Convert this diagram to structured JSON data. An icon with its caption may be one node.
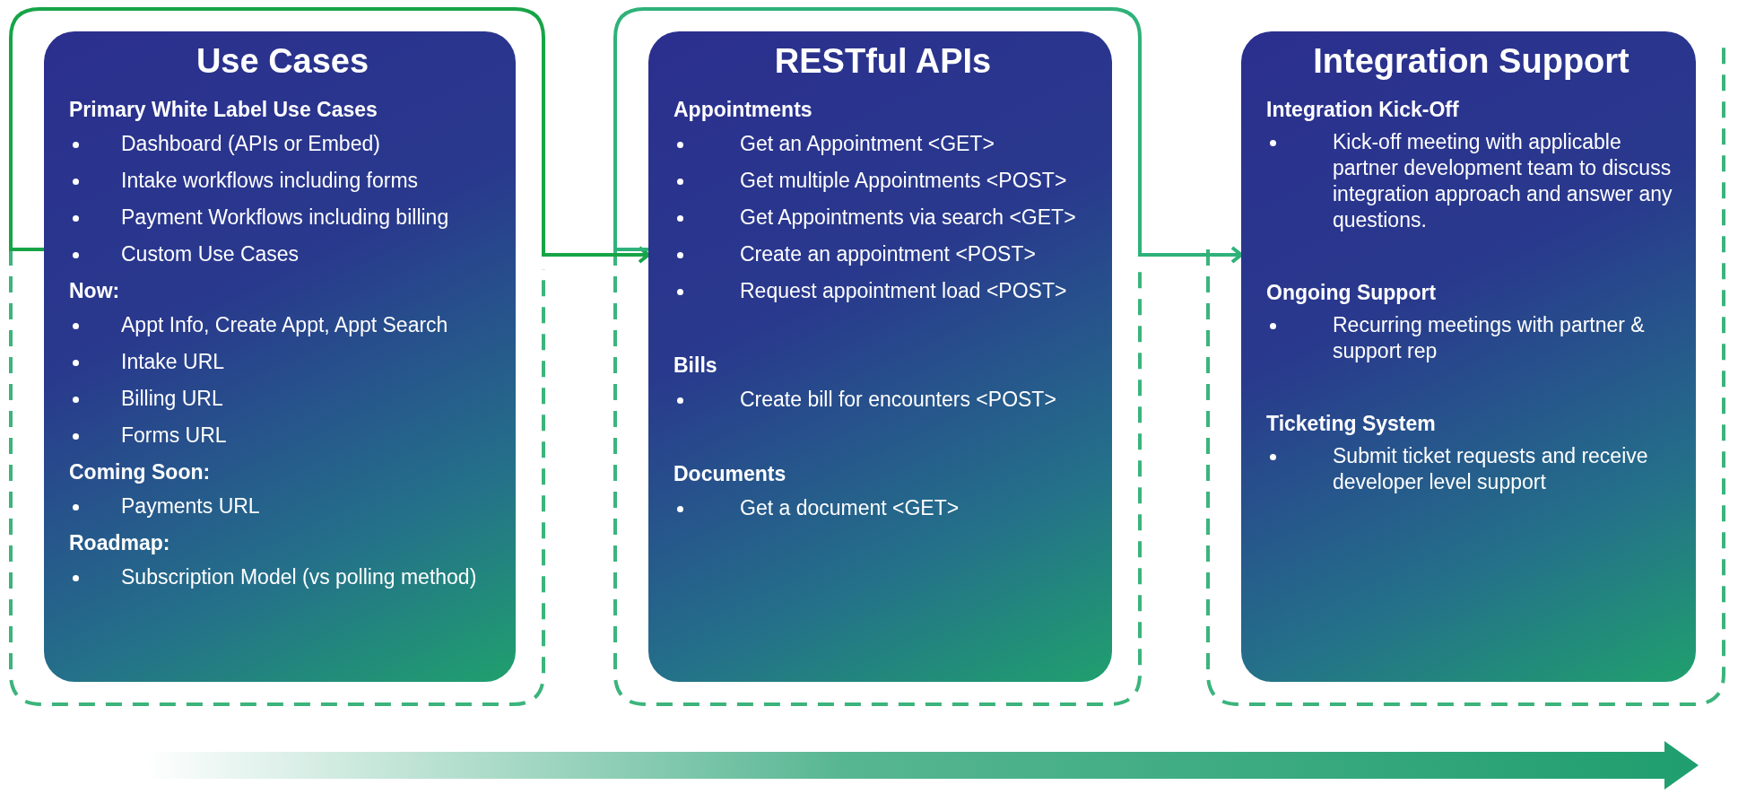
{
  "diagram": {
    "nodes": [
      {
        "text": [
          "Use Cases"
        ]
      },
      {
        "text": [
          "Primary White Label Use Cases",
          "Dashboard (APIs or Embed)",
          "Intake workflows including forms",
          "Payment Workflows including billing",
          "Custom Use Cases"
        ],
        "in": 0
      },
      {
        "text": [
          "Now:",
          "Appt Info, Create Appt, Appt Search",
          "Intake URL",
          "Billing URL",
          "Forms URL"
        ],
        "in": 0
      },
      {
        "text": [
          "Coming Soon:",
          "Payments URL"
        ],
        "in": 0
      },
      {
        "text": [
          "Roadmap:",
          "Subscription Model (vs polling method)"
        ],
        "in": 0
      },
      {
        "text": [
          "RESTful APIs"
        ]
      },
      {
        "text": [
          "Appointments",
          "Get an Appointment <GET>",
          "Get multiple Appointments <POST>",
          "Get Appointments via search <GET>",
          "Create an appointment <POST>",
          "Request appointment load <POST>"
        ],
        "in": 5
      },
      {
        "text": [
          "Bills",
          "Create bill for encounters <POST>"
        ],
        "in": 5
      },
      {
        "text": [
          "Documents",
          "Get a document <GET>"
        ],
        "in": 5
      },
      {
        "text": [
          "Integration Support"
        ]
      },
      {
        "text": [
          "Integration Kick-Off",
          "Kick-off meeting with applicable partner development team to discuss integration approach and answer any questions."
        ],
        "in": 9
      },
      {
        "text": [
          "Ongoing Support",
          "Recurring meetings with partner & support rep"
        ],
        "in": 9
      },
      {
        "text": [
          "Ticketing System",
          "Submit ticket requests and receive developer level support"
        ],
        "in": 9
      }
    ],
    "edges": [
      {
        "from": 0,
        "to": 5,
        "arrow": "to"
      },
      {
        "from": 5,
        "to": 9,
        "arrow": "to"
      }
    ]
  }
}
